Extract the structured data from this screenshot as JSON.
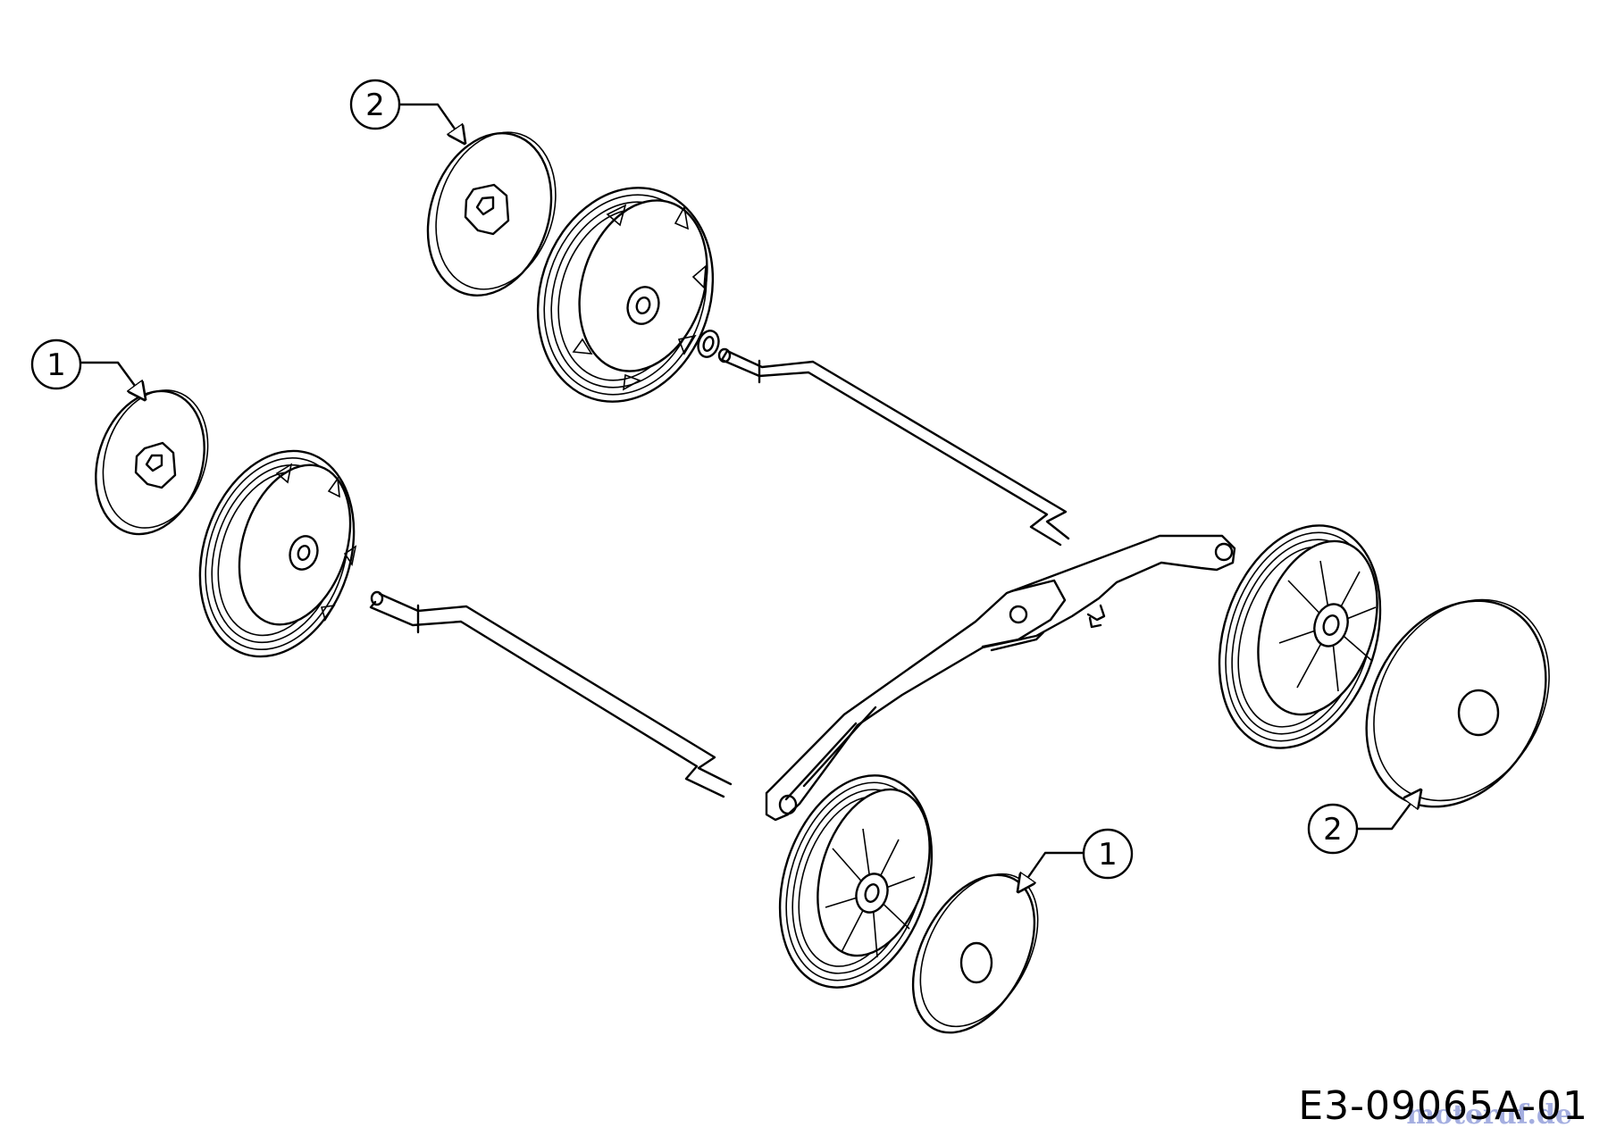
{
  "drawing_code": "E3-09065A-01",
  "watermark": "motoruf.de",
  "callouts": [
    {
      "id": "c-top-left",
      "number": "2"
    },
    {
      "id": "c-left",
      "number": "1"
    },
    {
      "id": "c-bottom-center",
      "number": "1"
    },
    {
      "id": "c-bottom-right",
      "number": "2"
    }
  ],
  "parts": [
    "hub-cap-rear-left",
    "rear-wheel-left",
    "washer",
    "axle-rear",
    "hub-cap-front-left",
    "front-wheel-left",
    "axle-front",
    "height-adjust-lever",
    "rear-wheel-right",
    "hub-cap-rear-right",
    "front-wheel-right",
    "hub-cap-front-right"
  ]
}
